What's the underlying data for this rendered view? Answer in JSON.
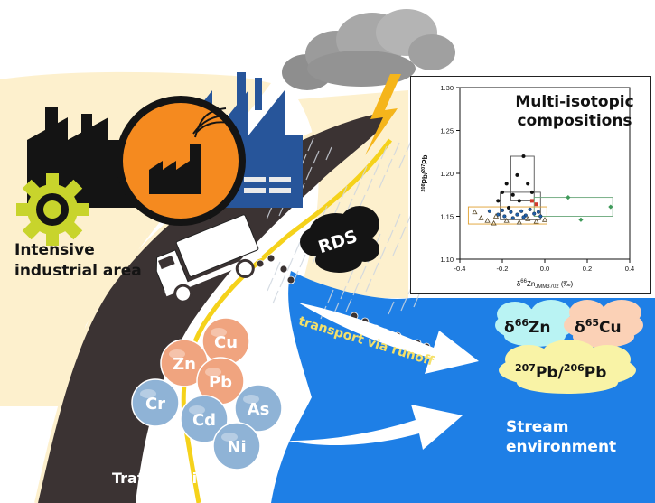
{
  "labels": {
    "industrial": "Intensive industrial area",
    "rds": "RDS",
    "transport": "transport via runoff",
    "stream": "Stream environment",
    "traffic": "Traffic activity"
  },
  "elements": [
    "Cu",
    "Zn",
    "Pb",
    "Cr",
    "Cd",
    "As",
    "Ni"
  ],
  "isotopes": {
    "zn": {
      "pre": "δ",
      "sup": "66",
      "post": "Zn"
    },
    "cu": {
      "pre": "δ",
      "sup": "65",
      "post": "Cu"
    },
    "pb": {
      "sup1": "207",
      "mid": "Pb/",
      "sup2": "206",
      "post": "Pb"
    }
  },
  "colors": {
    "sky": "#fdf0cd",
    "road": "#3b3333",
    "yellow_line": "#f5d21b",
    "water": "#1e7fe6",
    "factory_blue": "#27559a",
    "factory_dark": "#141414",
    "factory_orange": "#f58a1f",
    "gear": "#c8d42c",
    "salmon": "#f0a47f",
    "steel_blue": "#8fb3d6",
    "cloud_cyan": "#b9f3f3",
    "cloud_peach": "#fbd1b6",
    "cloud_yellow": "#f9f3a6"
  },
  "icons": [
    "factory-icon",
    "gear-icon",
    "truck-icon",
    "lightning-icon",
    "rain-cloud-icon",
    "runoff-arrow-icon"
  ],
  "chart_data": {
    "type": "scatter",
    "title": "Multi-isotopic compositions",
    "xlabel": "δ66ZnJMM3702 (‰)",
    "ylabel": "208Pb/207Pb",
    "xlim": [
      -0.4,
      0.4
    ],
    "ylim": [
      1.1,
      1.3
    ],
    "xticks": [
      "-0.4",
      "-0.2",
      "0.0",
      "0.2",
      "0.4"
    ],
    "yticks": [
      "1.10",
      "1.15",
      "1.20",
      "1.25",
      "1.30"
    ],
    "grid": false,
    "series": [
      {
        "marker": "circle",
        "color": "#111111",
        "points": [
          [
            -0.1,
            1.22
          ],
          [
            -0.13,
            1.198
          ],
          [
            -0.18,
            1.188
          ],
          [
            -0.08,
            1.188
          ],
          [
            -0.2,
            1.178
          ],
          [
            -0.15,
            1.175
          ],
          [
            -0.06,
            1.178
          ],
          [
            -0.22,
            1.168
          ],
          [
            -0.12,
            1.168
          ],
          [
            -0.17,
            1.16
          ]
        ]
      },
      {
        "marker": "circle",
        "color": "#1f5fa8",
        "points": [
          [
            -0.26,
            1.156
          ],
          [
            -0.22,
            1.152
          ],
          [
            -0.19,
            1.15
          ],
          [
            -0.16,
            1.155
          ],
          [
            -0.13,
            1.152
          ],
          [
            -0.11,
            1.156
          ],
          [
            -0.09,
            1.151
          ],
          [
            -0.07,
            1.158
          ],
          [
            -0.05,
            1.153
          ],
          [
            -0.03,
            1.155
          ],
          [
            -0.15,
            1.148
          ],
          [
            -0.2,
            1.157
          ],
          [
            -0.1,
            1.149
          ],
          [
            -0.02,
            1.15
          ]
        ]
      },
      {
        "marker": "square",
        "color": "#d33b2c",
        "points": [
          [
            -0.06,
            1.168
          ],
          [
            -0.04,
            1.164
          ]
        ]
      },
      {
        "marker": "triangle",
        "color": "#5a4a2a",
        "points": [
          [
            -0.33,
            1.155
          ],
          [
            -0.3,
            1.148
          ],
          [
            -0.27,
            1.145
          ],
          [
            -0.24,
            1.142
          ],
          [
            -0.23,
            1.15
          ],
          [
            -0.18,
            1.145
          ],
          [
            -0.12,
            1.143
          ],
          [
            -0.08,
            1.147
          ],
          [
            -0.04,
            1.144
          ],
          [
            0.0,
            1.146
          ]
        ]
      },
      {
        "marker": "diamond",
        "color": "#3f9a5a",
        "points": [
          [
            0.11,
            1.172
          ],
          [
            0.17,
            1.146
          ],
          [
            0.31,
            1.161
          ]
        ]
      }
    ],
    "boxes": [
      {
        "color": "#555555",
        "x": [
          -0.16,
          -0.05
        ],
        "y": [
          1.168,
          1.22
        ]
      },
      {
        "color": "#555555",
        "x": [
          -0.21,
          -0.02
        ],
        "y": [
          1.146,
          1.178
        ]
      },
      {
        "color": "#6aa87a",
        "x": [
          -0.05,
          0.32
        ],
        "y": [
          1.15,
          1.172
        ]
      },
      {
        "color": "#e0a030",
        "x": [
          -0.36,
          0.01
        ],
        "y": [
          1.141,
          1.161
        ]
      }
    ]
  }
}
